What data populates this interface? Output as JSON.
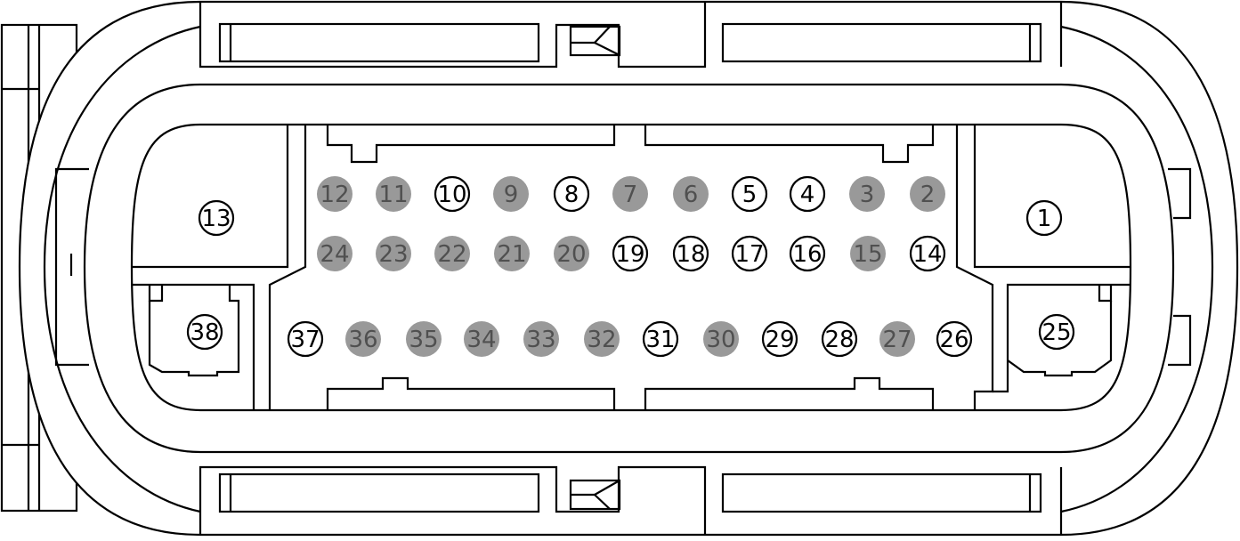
{
  "connector": {
    "pins": [
      {
        "label": "1",
        "filled": false
      },
      {
        "label": "2",
        "filled": true
      },
      {
        "label": "3",
        "filled": true
      },
      {
        "label": "4",
        "filled": false
      },
      {
        "label": "5",
        "filled": false
      },
      {
        "label": "6",
        "filled": true
      },
      {
        "label": "7",
        "filled": true
      },
      {
        "label": "8",
        "filled": false
      },
      {
        "label": "9",
        "filled": true
      },
      {
        "label": "10",
        "filled": false
      },
      {
        "label": "11",
        "filled": true
      },
      {
        "label": "12",
        "filled": true
      },
      {
        "label": "13",
        "filled": false
      },
      {
        "label": "14",
        "filled": false
      },
      {
        "label": "15",
        "filled": true
      },
      {
        "label": "16",
        "filled": false
      },
      {
        "label": "17",
        "filled": false
      },
      {
        "label": "18",
        "filled": false
      },
      {
        "label": "19",
        "filled": false
      },
      {
        "label": "20",
        "filled": true
      },
      {
        "label": "21",
        "filled": true
      },
      {
        "label": "22",
        "filled": true
      },
      {
        "label": "23",
        "filled": true
      },
      {
        "label": "24",
        "filled": true
      },
      {
        "label": "25",
        "filled": false
      },
      {
        "label": "26",
        "filled": false
      },
      {
        "label": "27",
        "filled": true
      },
      {
        "label": "28",
        "filled": false
      },
      {
        "label": "29",
        "filled": false
      },
      {
        "label": "30",
        "filled": true
      },
      {
        "label": "31",
        "filled": false
      },
      {
        "label": "32",
        "filled": true
      },
      {
        "label": "33",
        "filled": true
      },
      {
        "label": "34",
        "filled": true
      },
      {
        "label": "35",
        "filled": true
      },
      {
        "label": "36",
        "filled": true
      },
      {
        "label": "37",
        "filled": false
      },
      {
        "label": "38",
        "filled": false
      }
    ],
    "colors": {
      "outline": "#000000",
      "occupied_fill": "#999999",
      "occupied_text": "#505050",
      "empty_fill": "#ffffff",
      "empty_text": "#000000"
    }
  }
}
